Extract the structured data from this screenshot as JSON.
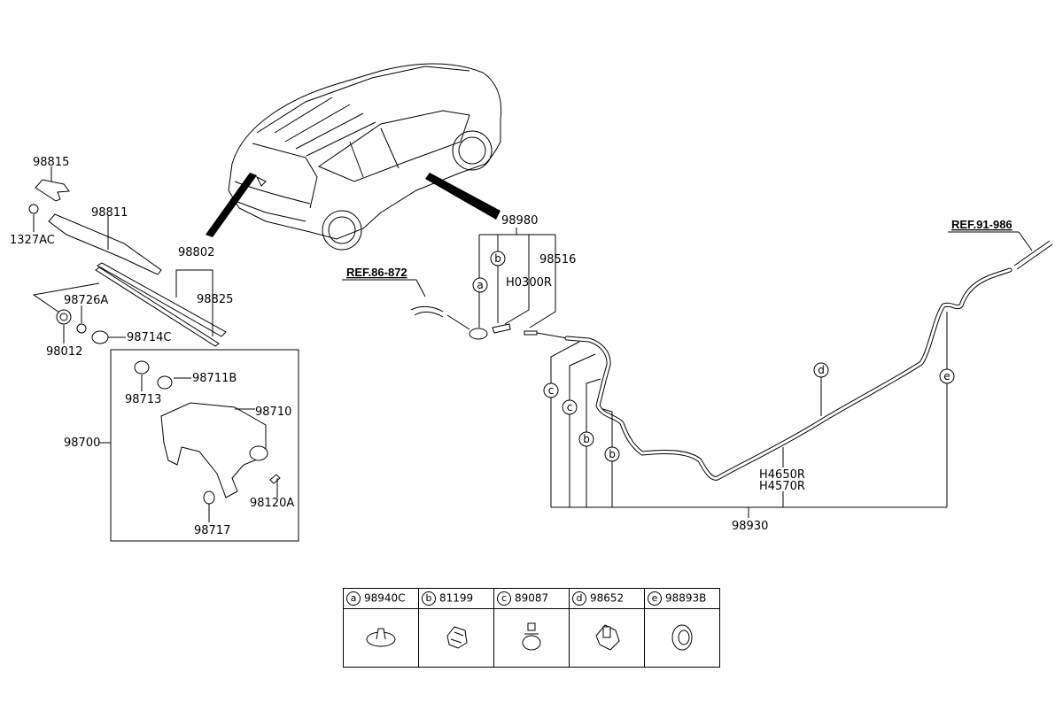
{
  "diagram": {
    "title": "Rear Wiper & Washer Parts Diagram",
    "parts": [
      {
        "id": "98815",
        "label": "98815"
      },
      {
        "id": "98811",
        "label": "98811"
      },
      {
        "id": "1327AC",
        "label": "1327AC"
      },
      {
        "id": "98802",
        "label": "98802"
      },
      {
        "id": "98825",
        "label": "98825"
      },
      {
        "id": "98726A",
        "label": "98726A"
      },
      {
        "id": "98012",
        "label": "98012"
      },
      {
        "id": "98714C",
        "label": "98714C"
      },
      {
        "id": "98713",
        "label": "98713"
      },
      {
        "id": "98711B",
        "label": "98711B"
      },
      {
        "id": "98710",
        "label": "98710"
      },
      {
        "id": "98700",
        "label": "98700"
      },
      {
        "id": "98120A",
        "label": "98120A"
      },
      {
        "id": "98717",
        "label": "98717"
      },
      {
        "id": "98980",
        "label": "98980"
      },
      {
        "id": "98516",
        "label": "98516"
      },
      {
        "id": "H0300R",
        "label": "H0300R"
      },
      {
        "id": "H4650R",
        "label": "H4650R"
      },
      {
        "id": "H4570R",
        "label": "H4570R"
      },
      {
        "id": "98930",
        "label": "98930"
      }
    ],
    "references": [
      {
        "label": "REF.86-872"
      },
      {
        "label": "REF.91-986"
      }
    ],
    "callouts": {
      "a": "a",
      "b": "b",
      "c": "c",
      "d": "d",
      "e": "e"
    },
    "legend": [
      {
        "key": "a",
        "part": "98940C"
      },
      {
        "key": "b",
        "part": "81199"
      },
      {
        "key": "c",
        "part": "89087"
      },
      {
        "key": "d",
        "part": "98652"
      },
      {
        "key": "e",
        "part": "98893B"
      }
    ]
  }
}
